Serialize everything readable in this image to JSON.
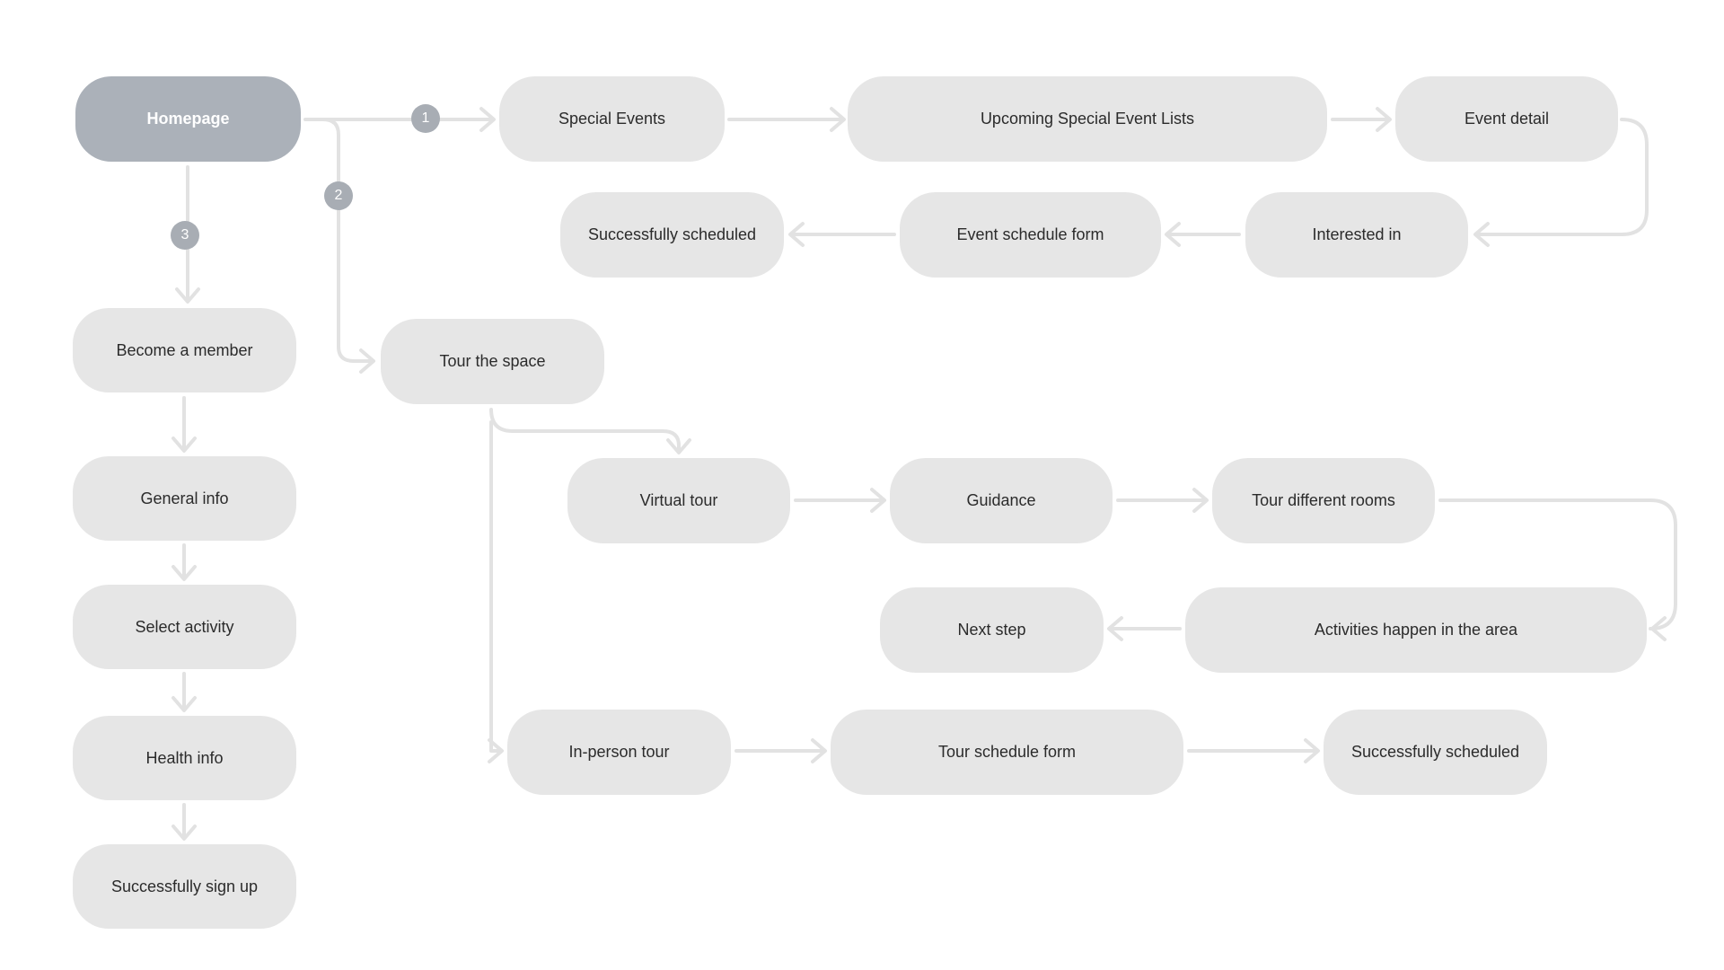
{
  "colors": {
    "node_fill": "#e6e6e6",
    "primary_fill": "#abb1b9",
    "badge_fill": "#a8adb4",
    "connector": "#e2e2e2",
    "text": "#2b2b2b"
  },
  "nodes": {
    "homepage": "Homepage",
    "special_events": "Special Events",
    "upcoming_lists": "Upcoming  Special Event Lists",
    "event_detail": "Event detail",
    "interested_in": "Interested in",
    "event_schedule_form": "Event schedule form",
    "events_success": "Successfully scheduled",
    "tour_space": "Tour the space",
    "virtual_tour": "Virtual tour",
    "guidance": "Guidance",
    "tour_rooms": "Tour different rooms",
    "activities": "Activities happen in the area",
    "next_step": "Next step",
    "inperson_tour": "In-person tour",
    "tour_schedule_form": "Tour schedule form",
    "tour_success": "Successfully scheduled",
    "become_member": "Become a member",
    "general_info": "General info",
    "select_activity": "Select activity",
    "health_info": "Health info",
    "signup_success": "Successfully sign up"
  },
  "badges": {
    "path1": "1",
    "path2": "2",
    "path3": "3"
  }
}
